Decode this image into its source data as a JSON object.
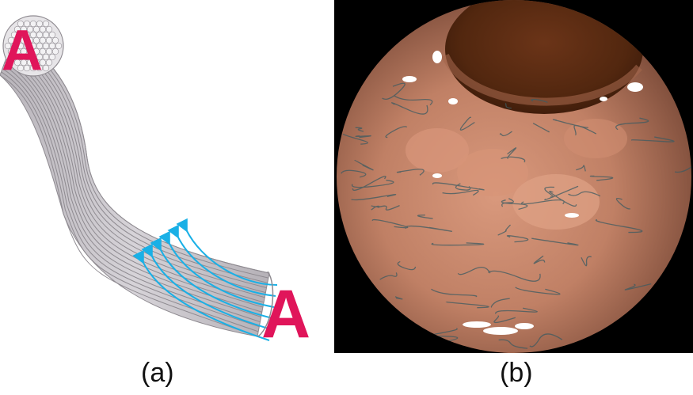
{
  "figure": {
    "panel_a": {
      "caption": "(a)",
      "letter_top": "A",
      "letter_bottom": "A",
      "colors": {
        "fiber": "#c9c6cb",
        "fiber_stroke": "#8e8a90",
        "arrow": "#1ab0e6",
        "letter": "#e0155a"
      }
    },
    "panel_b": {
      "caption": "(b)",
      "colors": {
        "tissue": "#c98a6e",
        "lumen": "#4a2412",
        "vein": "#2f5a63"
      }
    }
  }
}
